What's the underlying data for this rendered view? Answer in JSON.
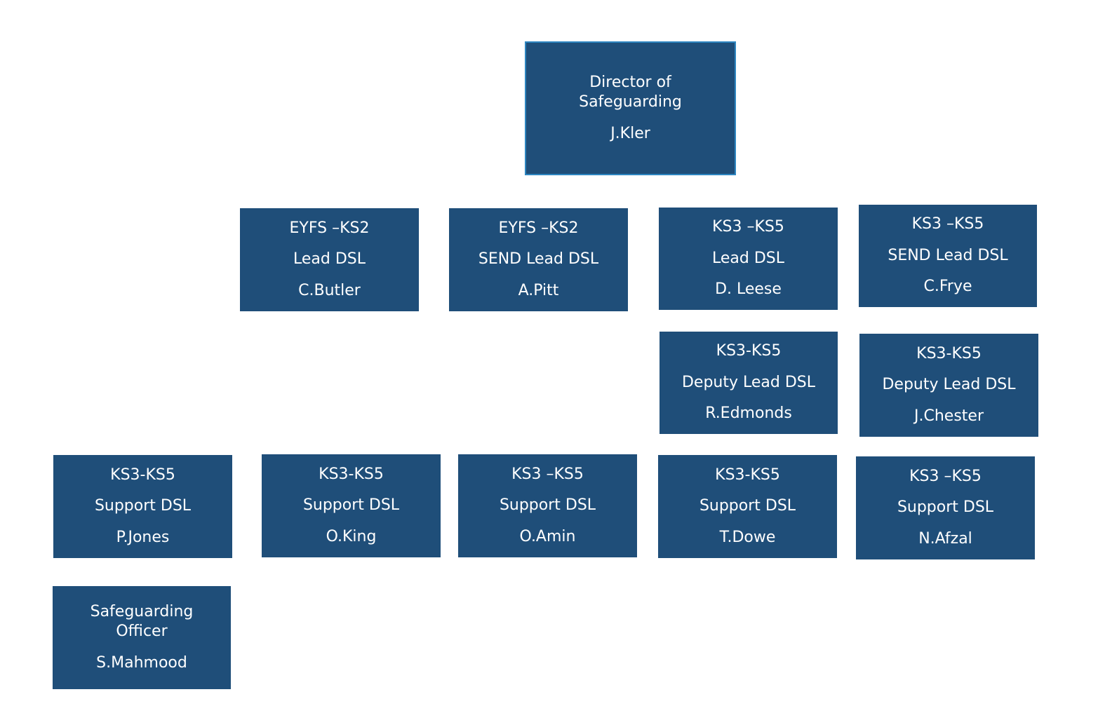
{
  "nodes": {
    "director": {
      "lines": [
        "Director of",
        "Safeguarding"
      ],
      "name": "J.Kler"
    },
    "eyfs_ks2_lead": {
      "group": "EYFS –KS2",
      "role": "Lead DSL",
      "name": "C.Butler"
    },
    "eyfs_ks2_send": {
      "group": "EYFS –KS2",
      "role": "SEND Lead DSL",
      "name": "A.Pitt"
    },
    "ks3_ks5_lead": {
      "group": "KS3 –KS5",
      "role": "Lead DSL",
      "name": "D. Leese"
    },
    "ks3_ks5_send": {
      "group": "KS3 –KS5",
      "role": "SEND Lead DSL",
      "name": "C.Frye"
    },
    "deputy_1": {
      "group": "KS3-KS5",
      "role": "Deputy Lead DSL",
      "name": "R.Edmonds"
    },
    "deputy_2": {
      "group": "KS3-KS5",
      "role": "Deputy Lead DSL",
      "name": "J.Chester"
    },
    "support_1": {
      "group": "KS3-KS5",
      "role": "Support DSL",
      "name": "P.Jones"
    },
    "support_2": {
      "group": "KS3-KS5",
      "role": "Support DSL",
      "name": "O.King"
    },
    "support_3": {
      "group": "KS3 –KS5",
      "role": "Support DSL",
      "name": "O.Amin"
    },
    "support_4": {
      "group": "KS3-KS5",
      "role": "Support DSL",
      "name": "T.Dowe"
    },
    "support_5": {
      "group": "KS3 –KS5",
      "role": "Support DSL",
      "name": "N.Afzal"
    },
    "officer": {
      "lines": [
        "Safeguarding",
        "Officer"
      ],
      "name": "S.Mahmood"
    }
  }
}
